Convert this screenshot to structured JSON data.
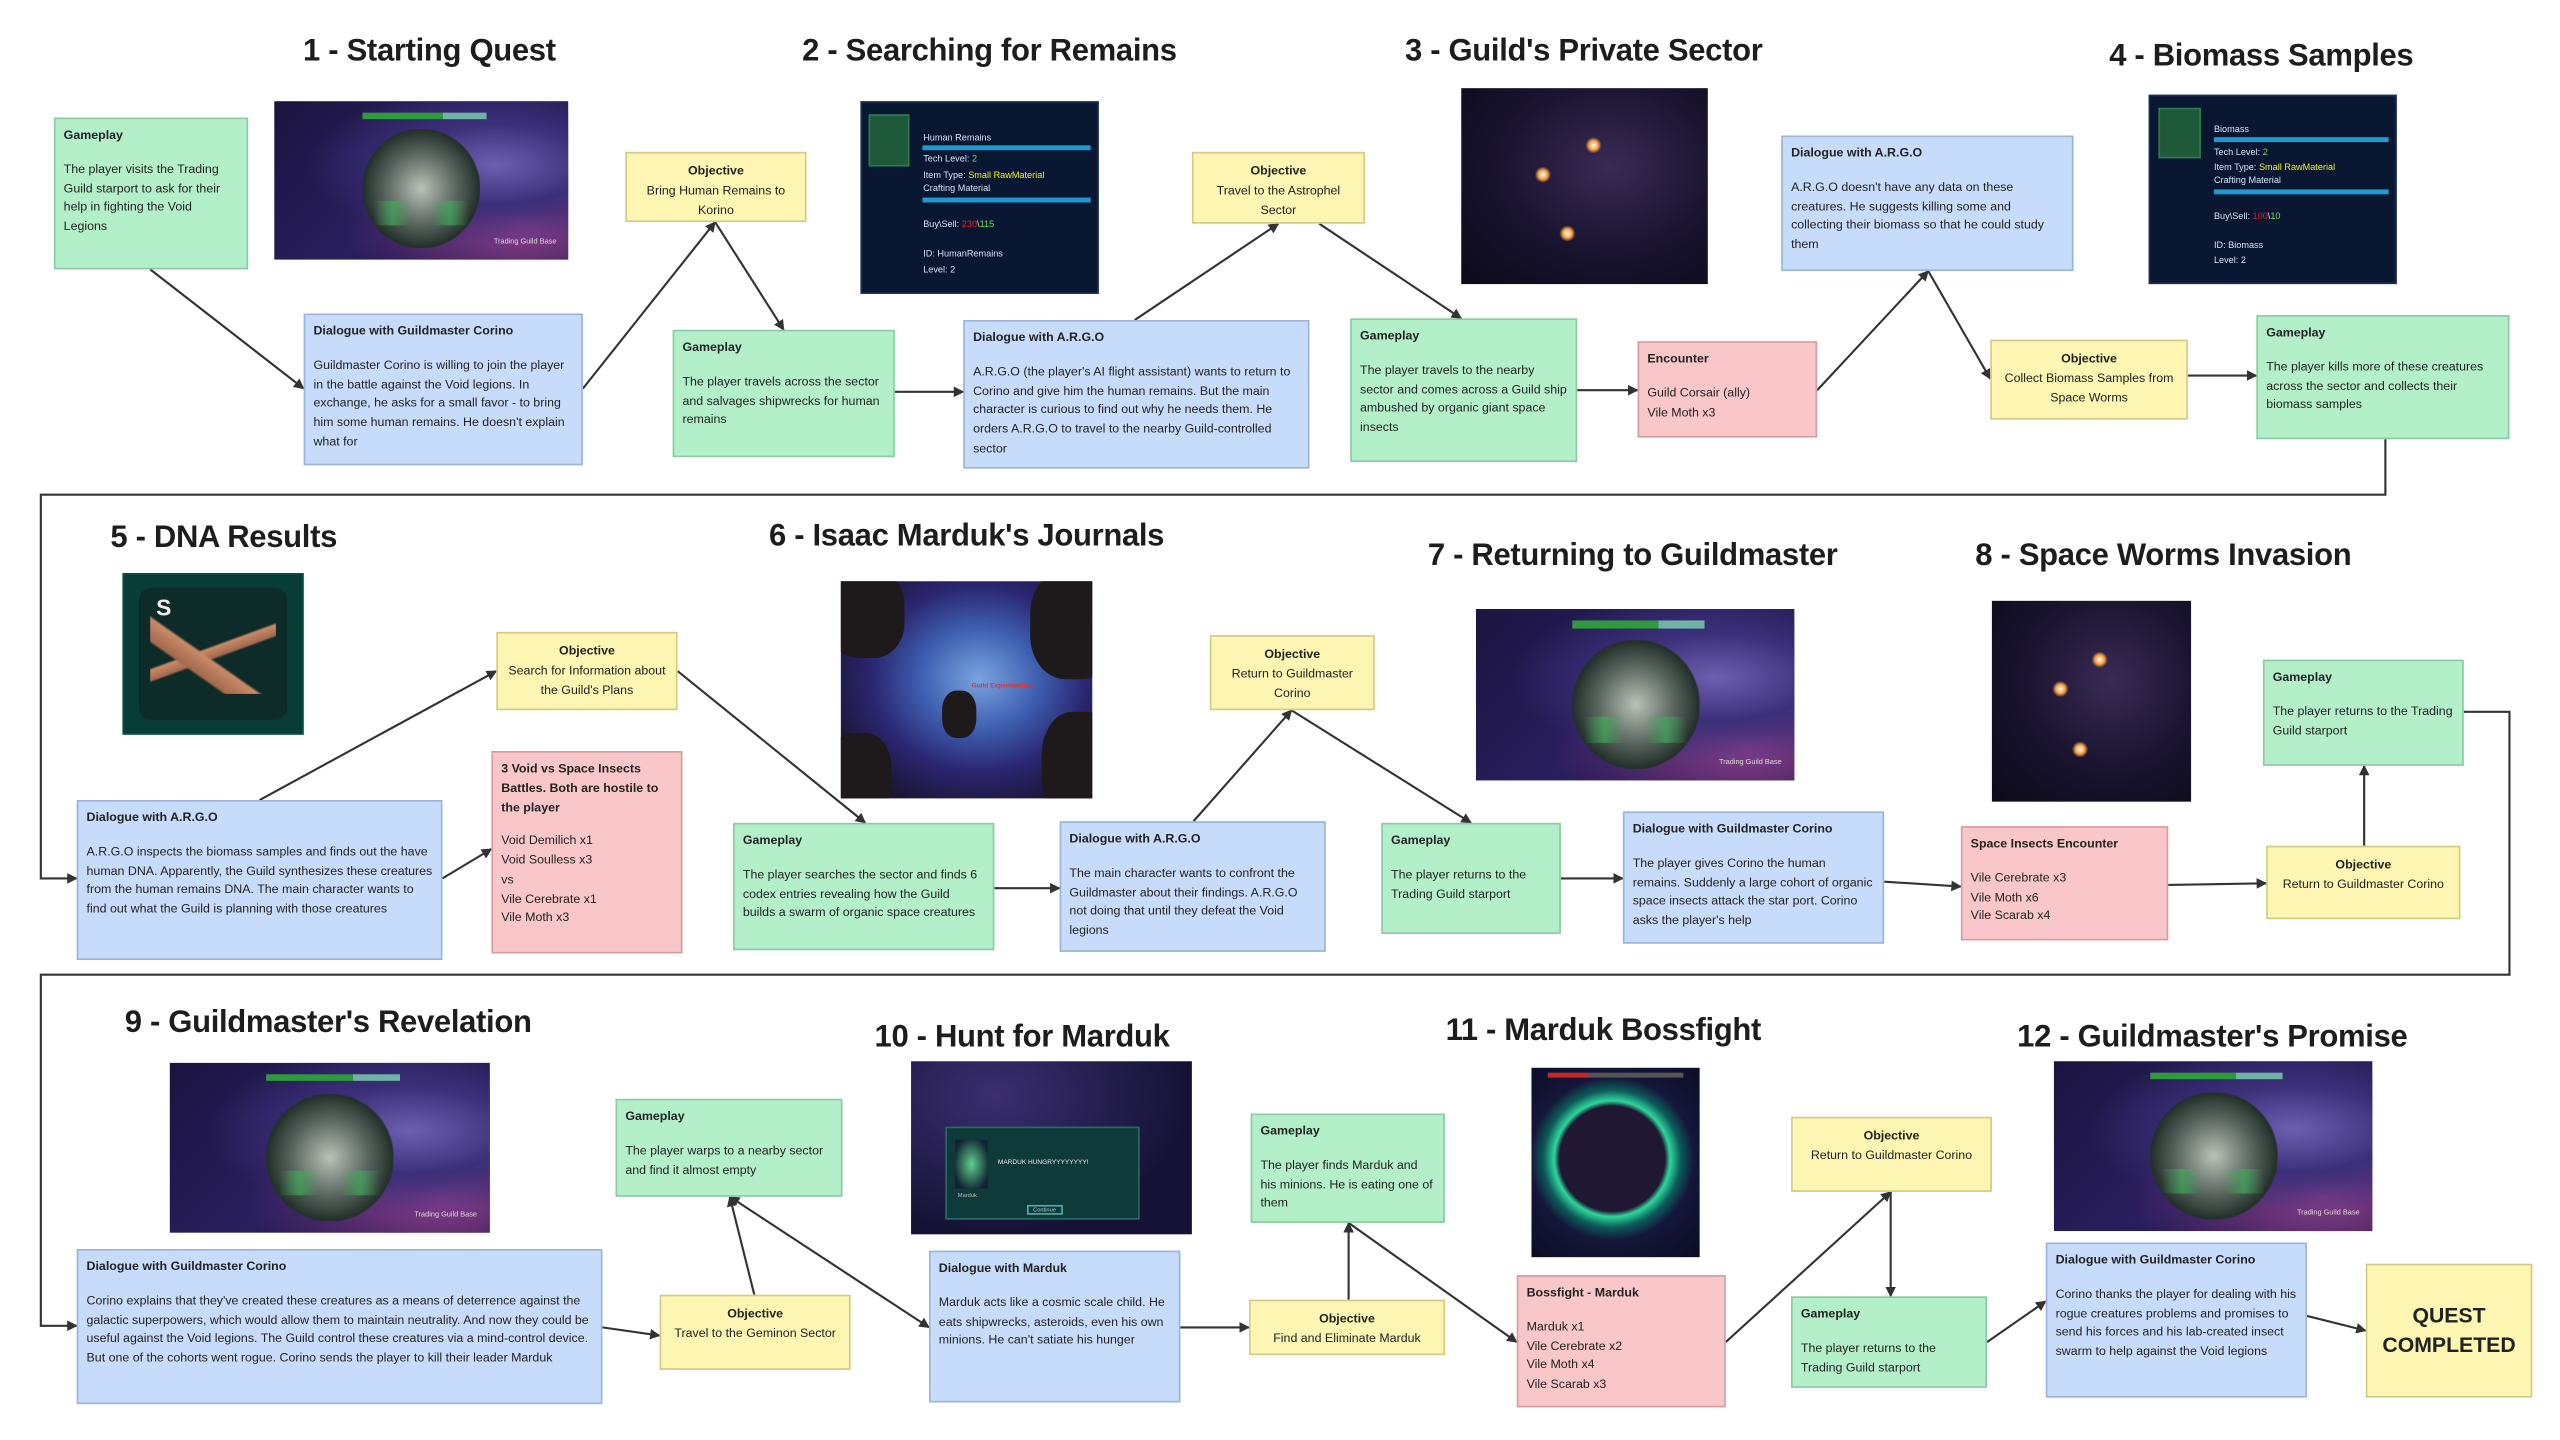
{
  "colors": {
    "gameplay": "#b3f0c9",
    "dialogue": "#c6dcfa",
    "encounter": "#f9c7c9",
    "objective": "#fdf5b2",
    "connector": "#333333"
  },
  "sections": [
    {
      "id": "s1",
      "title": "1 - Starting Quest"
    },
    {
      "id": "s2",
      "title": "2 - Searching for Remains"
    },
    {
      "id": "s3",
      "title": "3 - Guild's Private Sector"
    },
    {
      "id": "s4",
      "title": "4 - Biomass Samples"
    },
    {
      "id": "s5",
      "title": "5 - DNA Results"
    },
    {
      "id": "s6",
      "title": "6 - Isaac Marduk's Journals"
    },
    {
      "id": "s7",
      "title": "7 - Returning to Guildmaster"
    },
    {
      "id": "s8",
      "title": "8 - Space Worms Invasion"
    },
    {
      "id": "s9",
      "title": "9 - Guildmaster's Revelation"
    },
    {
      "id": "s10",
      "title": "10 - Hunt for Marduk"
    },
    {
      "id": "s11",
      "title": "11 - Marduk Bossfight"
    },
    {
      "id": "s12",
      "title": "12 - Guildmaster's Promise"
    }
  ],
  "screenshots": [
    {
      "id": "i1",
      "kind": "station",
      "icon": "space-station",
      "caption": "Trading Guild Base"
    },
    {
      "id": "i2",
      "kind": "tooltip",
      "icon": "human-remains-item",
      "name": "Human Remains",
      "tech": "Tech Level: ",
      "tech_val": "2",
      "type": "Item Type: ",
      "type_val": "Small RawMaterial",
      "type2": "Crafting Material",
      "price": "Buy\\Sell: ",
      "buy": "230",
      "sep": "\\",
      "sell": "115",
      "id_line": "ID: HumanRemains",
      "level": "Level: 2"
    },
    {
      "id": "i3",
      "kind": "battle",
      "icon": "space-battle"
    },
    {
      "id": "i4",
      "kind": "tooltip",
      "icon": "biomass-item",
      "name": "Biomass",
      "tech": "Tech Level: ",
      "tech_val": "2",
      "type": "Item Type: ",
      "type_val": "Small RawMaterial",
      "type2": "Crafting Material",
      "price": "Buy\\Sell: ",
      "buy": "100",
      "sep": "\\",
      "sell": "10",
      "id_line": "ID: Biomass",
      "level": "Level: 2"
    },
    {
      "id": "i5",
      "kind": "dna",
      "icon": "dna-skeleton",
      "letter": "S"
    },
    {
      "id": "i6",
      "kind": "nebula",
      "icon": "nebula-battle",
      "caption": "Guild Experiments 3"
    },
    {
      "id": "i7",
      "kind": "station",
      "icon": "space-station",
      "caption": "Trading Guild Base"
    },
    {
      "id": "i8",
      "kind": "battle",
      "icon": "space-battle"
    },
    {
      "id": "i9",
      "kind": "station",
      "icon": "space-station",
      "caption": "Trading Guild Base"
    },
    {
      "id": "i10",
      "kind": "mdialog",
      "icon": "marduk-dialogue",
      "message": "MARDUK HUNGRYYYYYYYY!",
      "speaker": "Marduk",
      "button": "Continue"
    },
    {
      "id": "i11",
      "kind": "boss",
      "icon": "boss-marduk"
    },
    {
      "id": "i12",
      "kind": "station",
      "icon": "space-station",
      "caption": "Trading Guild Base"
    }
  ],
  "nodes": [
    {
      "id": "g1",
      "type": "gameplay",
      "heading": "Gameplay",
      "body": "The player visits the Trading Guild starport to ask for their help in fighting the Void Legions"
    },
    {
      "id": "d1",
      "type": "dialogue",
      "heading": "Dialogue with Guildmaster Corino",
      "body": "Guildmaster Corino is willing to join the player in the battle against the Void legions. In exchange, he asks for a small favor - to bring him some human remains. He doesn't explain what for"
    },
    {
      "id": "o1",
      "type": "objective",
      "heading": "Objective",
      "body": "Bring Human Remains to Korino"
    },
    {
      "id": "g2",
      "type": "gameplay",
      "heading": "Gameplay",
      "body": "The player travels across the sector and salvages shipwrecks for human remains"
    },
    {
      "id": "d2",
      "type": "dialogue",
      "heading": "Dialogue with A.R.G.O",
      "body": "A.R.G.O (the player's AI flight assistant) wants to return to Corino and give him the human remains. But the main character is curious to find out why he needs them. He orders A.R.G.O to travel to the nearby Guild-controlled sector"
    },
    {
      "id": "o2",
      "type": "objective",
      "heading": "Objective",
      "body": "Travel to the Astrophel Sector"
    },
    {
      "id": "g3",
      "type": "gameplay",
      "heading": "Gameplay",
      "body": "The player travels to the nearby sector and comes across a Guild ship ambushed by organic giant space insects"
    },
    {
      "id": "e1",
      "type": "encounter",
      "heading": "Encounter",
      "lines": [
        "Guild Corsair (ally)",
        "Vile Moth x3"
      ]
    },
    {
      "id": "d3",
      "type": "dialogue",
      "heading": "Dialogue with A.R.G.O",
      "body": "A.R.G.O doesn't have any data on these creatures. He suggests killing some and collecting their biomass so that he could study them"
    },
    {
      "id": "o3",
      "type": "objective",
      "heading": "Objective",
      "body": "Collect Biomass Samples from Space Worms"
    },
    {
      "id": "g4",
      "type": "gameplay",
      "heading": "Gameplay",
      "body": "The player kills more of these creatures across the sector and collects their biomass samples"
    },
    {
      "id": "d4",
      "type": "dialogue",
      "heading": "Dialogue with A.R.G.O",
      "body": "A.R.G.O inspects the biomass samples and finds out the have human DNA. Apparently, the Guild synthesizes these creatures from the human remains DNA. The main character wants to find out what the Guild is planning with those creatures"
    },
    {
      "id": "o4",
      "type": "objective",
      "heading": "Objective",
      "body": "Search for Information about the Guild's Plans"
    },
    {
      "id": "e2",
      "type": "encounter",
      "heading": "3 Void vs Space Insects Battles. Both are hostile to the player",
      "lines": [
        "Void Demilich x1",
        "Void Soulless x3",
        "vs",
        "Vile Cerebrate x1",
        "Vile Moth x3"
      ]
    },
    {
      "id": "g5",
      "type": "gameplay",
      "heading": "Gameplay",
      "body": "The player searches the sector and finds 6 codex entries revealing how the Guild builds a swarm of organic space creatures"
    },
    {
      "id": "d5",
      "type": "dialogue",
      "heading": "Dialogue with A.R.G.O",
      "body": "The main character wants to confront the Guildmaster about their findings. A.R.G.O not doing that until they defeat the Void legions"
    },
    {
      "id": "o5",
      "type": "objective",
      "heading": "Objective",
      "body": "Return to Guildmaster Corino"
    },
    {
      "id": "g6",
      "type": "gameplay",
      "heading": "Gameplay",
      "body": "The player returns to the Trading Guild starport"
    },
    {
      "id": "d6",
      "type": "dialogue",
      "heading": "Dialogue with Guildmaster Corino",
      "body": "The player gives Corino the human remains. Suddenly a large cohort of organic space insects attack the star port. Corino asks the player's help"
    },
    {
      "id": "e3",
      "type": "encounter",
      "heading": "Space Insects Encounter",
      "lines": [
        "Vile Cerebrate x3",
        "Vile Moth x6",
        "Vile Scarab x4"
      ]
    },
    {
      "id": "o6",
      "type": "objective",
      "heading": "Objective",
      "body": "Return to Guildmaster Corino"
    },
    {
      "id": "g7",
      "type": "gameplay",
      "heading": "Gameplay",
      "body": "The player returns to the Trading Guild starport"
    },
    {
      "id": "d7",
      "type": "dialogue",
      "heading": "Dialogue with Guildmaster Corino",
      "body": "Corino explains that they've created these creatures as a means of deterrence against the galactic superpowers, which would allow them to maintain neutrality. And now they could be useful against the Void legions. The Guild control these creatures via a mind-control device. But one of the cohorts went rogue. Corino sends the player to kill their leader Marduk"
    },
    {
      "id": "g8",
      "type": "gameplay",
      "heading": "Gameplay",
      "body": "The player warps to a nearby sector and find it almost empty"
    },
    {
      "id": "o7",
      "type": "objective",
      "heading": "Objective",
      "body": "Travel to the Geminon Sector"
    },
    {
      "id": "d8",
      "type": "dialogue",
      "heading": "Dialogue with Marduk",
      "body": "Marduk acts like a cosmic scale child. He eats shipwrecks, asteroids, even his own minions. He can't satiate his hunger"
    },
    {
      "id": "g9",
      "type": "gameplay",
      "heading": "Gameplay",
      "body": "The player finds Marduk and his minions. He is eating one of them"
    },
    {
      "id": "o8",
      "type": "objective",
      "heading": "Objective",
      "body": "Find and Eliminate Marduk"
    },
    {
      "id": "e4",
      "type": "encounter",
      "heading": "Bossfight - Marduk",
      "lines": [
        "Marduk x1",
        "Vile Cerebrate x2",
        "Vile Moth x4",
        "Vile Scarab x3"
      ]
    },
    {
      "id": "o9",
      "type": "objective",
      "heading": "Objective",
      "body": "Return to Guildmaster Corino"
    },
    {
      "id": "g10",
      "type": "gameplay",
      "heading": "Gameplay",
      "body": "The player returns to the Trading Guild starport"
    },
    {
      "id": "d9",
      "type": "dialogue",
      "heading": "Dialogue with Guildmaster Corino",
      "body": "Corino thanks the player for dealing with his rogue creatures problems and promises to send his forces and his lab-created insect swarm to help against the Void legions"
    },
    {
      "id": "q",
      "type": "final",
      "heading": "QUEST COMPLETED"
    }
  ],
  "edges": [
    [
      "g1",
      "d1"
    ],
    [
      "d1",
      "o1"
    ],
    [
      "o1",
      "g2"
    ],
    [
      "g2",
      "d2"
    ],
    [
      "d2",
      "o2"
    ],
    [
      "o2",
      "g3"
    ],
    [
      "g3",
      "e1"
    ],
    [
      "e1",
      "d3"
    ],
    [
      "d3",
      "o3"
    ],
    [
      "o3",
      "g4"
    ],
    [
      "g4",
      "d4"
    ],
    [
      "d4",
      "o4"
    ],
    [
      "d4",
      "e2"
    ],
    [
      "o4",
      "g5"
    ],
    [
      "g5",
      "d5"
    ],
    [
      "d5",
      "o5"
    ],
    [
      "o5",
      "g6"
    ],
    [
      "g6",
      "d6"
    ],
    [
      "d6",
      "e3"
    ],
    [
      "e3",
      "o6"
    ],
    [
      "o6",
      "g7"
    ],
    [
      "g7",
      "d7"
    ],
    [
      "d7",
      "o7"
    ],
    [
      "o7",
      "g8"
    ],
    [
      "g8",
      "d8"
    ],
    [
      "d8",
      "o8"
    ],
    [
      "o8",
      "g9"
    ],
    [
      "g9",
      "e4"
    ],
    [
      "e4",
      "o9"
    ],
    [
      "o9",
      "g10"
    ],
    [
      "g10",
      "d9"
    ],
    [
      "d9",
      "q"
    ]
  ]
}
